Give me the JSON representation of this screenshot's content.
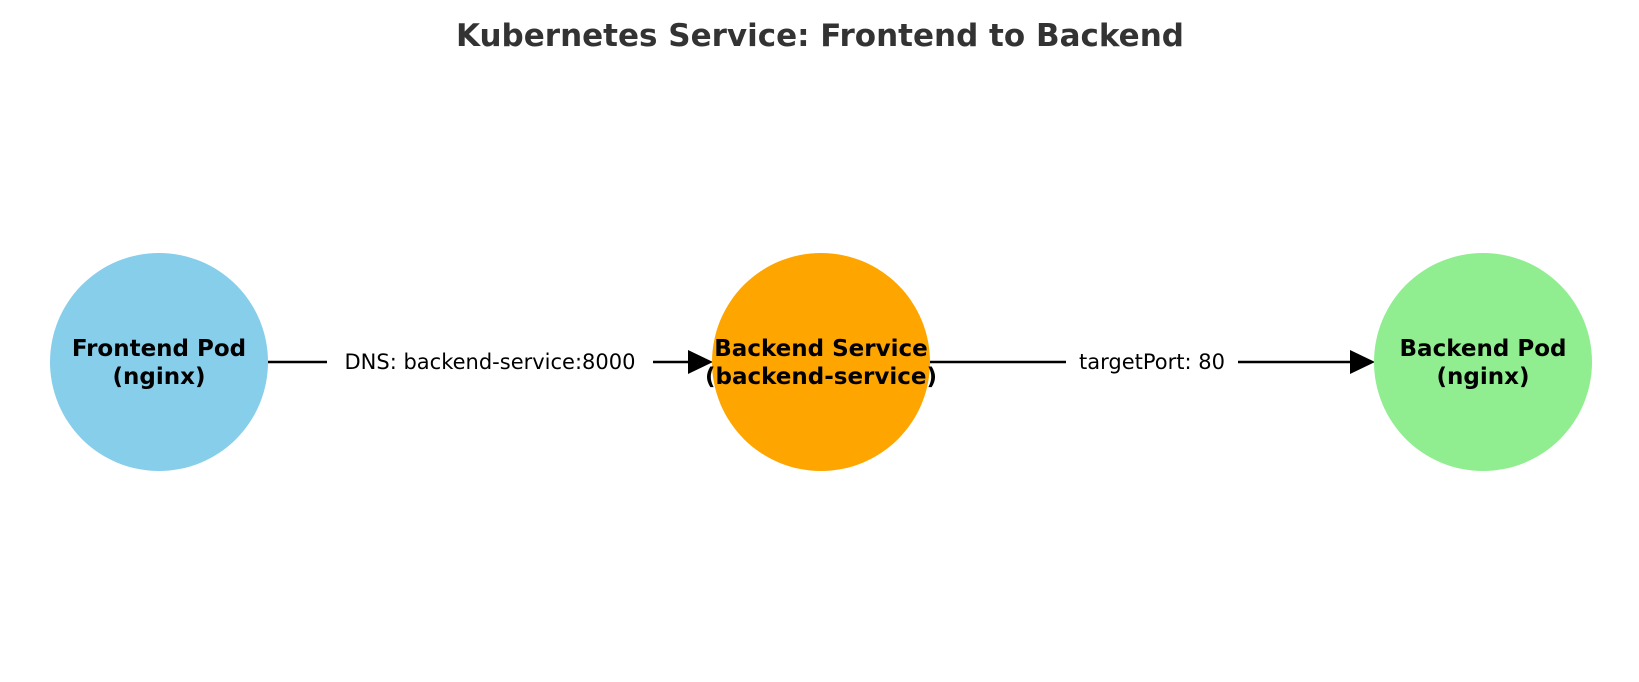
{
  "title": "Kubernetes Service: Frontend to Backend",
  "nodes": [
    {
      "id": "frontend-pod",
      "line1": "Frontend Pod",
      "line2": "(nginx)",
      "color": "#87CEEB"
    },
    {
      "id": "backend-service",
      "line1": "Backend Service",
      "line2": "(backend-service)",
      "color": "#FFA500"
    },
    {
      "id": "backend-pod",
      "line1": "Backend Pod",
      "line2": "(nginx)",
      "color": "#90EE90"
    }
  ],
  "edges": [
    {
      "from": "frontend-pod",
      "to": "backend-service",
      "label": "DNS: backend-service:8000"
    },
    {
      "from": "backend-service",
      "to": "backend-pod",
      "label": "targetPort: 80"
    }
  ]
}
